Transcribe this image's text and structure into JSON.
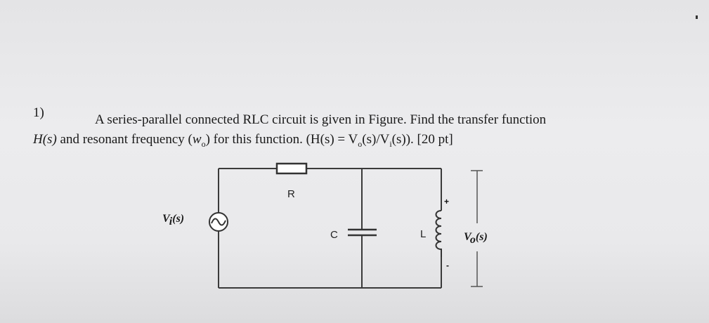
{
  "question": {
    "number": "1)",
    "line1": "A series-parallel connected RLC circuit is given in Figure. Find the transfer function",
    "line2_h": "H(s)",
    "line2_a": " and resonant frequency (",
    "line2_w": "w",
    "line2_wsub": "o",
    "line2_b": ") for this function. (H(s) = V",
    "line2_vo_sub": "o",
    "line2_c": "(s)/V",
    "line2_vi_sub": "i",
    "line2_d": "(s)).  [20 pt]"
  },
  "circuit": {
    "resistor_label": "R",
    "capacitor_label": "C",
    "inductor_label": "L",
    "source_label_v": "V",
    "source_label_sub": "i",
    "source_label_s": "(s)",
    "output_label_v": "V",
    "output_label_sub": "o",
    "output_label_s": "(s)",
    "plus_sign": "+",
    "minus_sign": "-"
  }
}
